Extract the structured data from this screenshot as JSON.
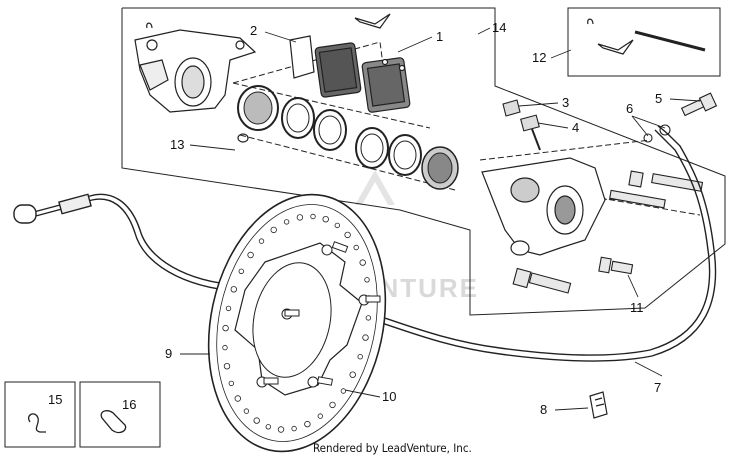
{
  "diagram": {
    "callouts": [
      "1",
      "2",
      "3",
      "4",
      "5",
      "6",
      "7",
      "8",
      "9",
      "10",
      "11",
      "12",
      "13",
      "14",
      "15",
      "16"
    ],
    "watermark": "LEADVENTURE",
    "footer": "Rendered by LeadVenture, Inc."
  }
}
